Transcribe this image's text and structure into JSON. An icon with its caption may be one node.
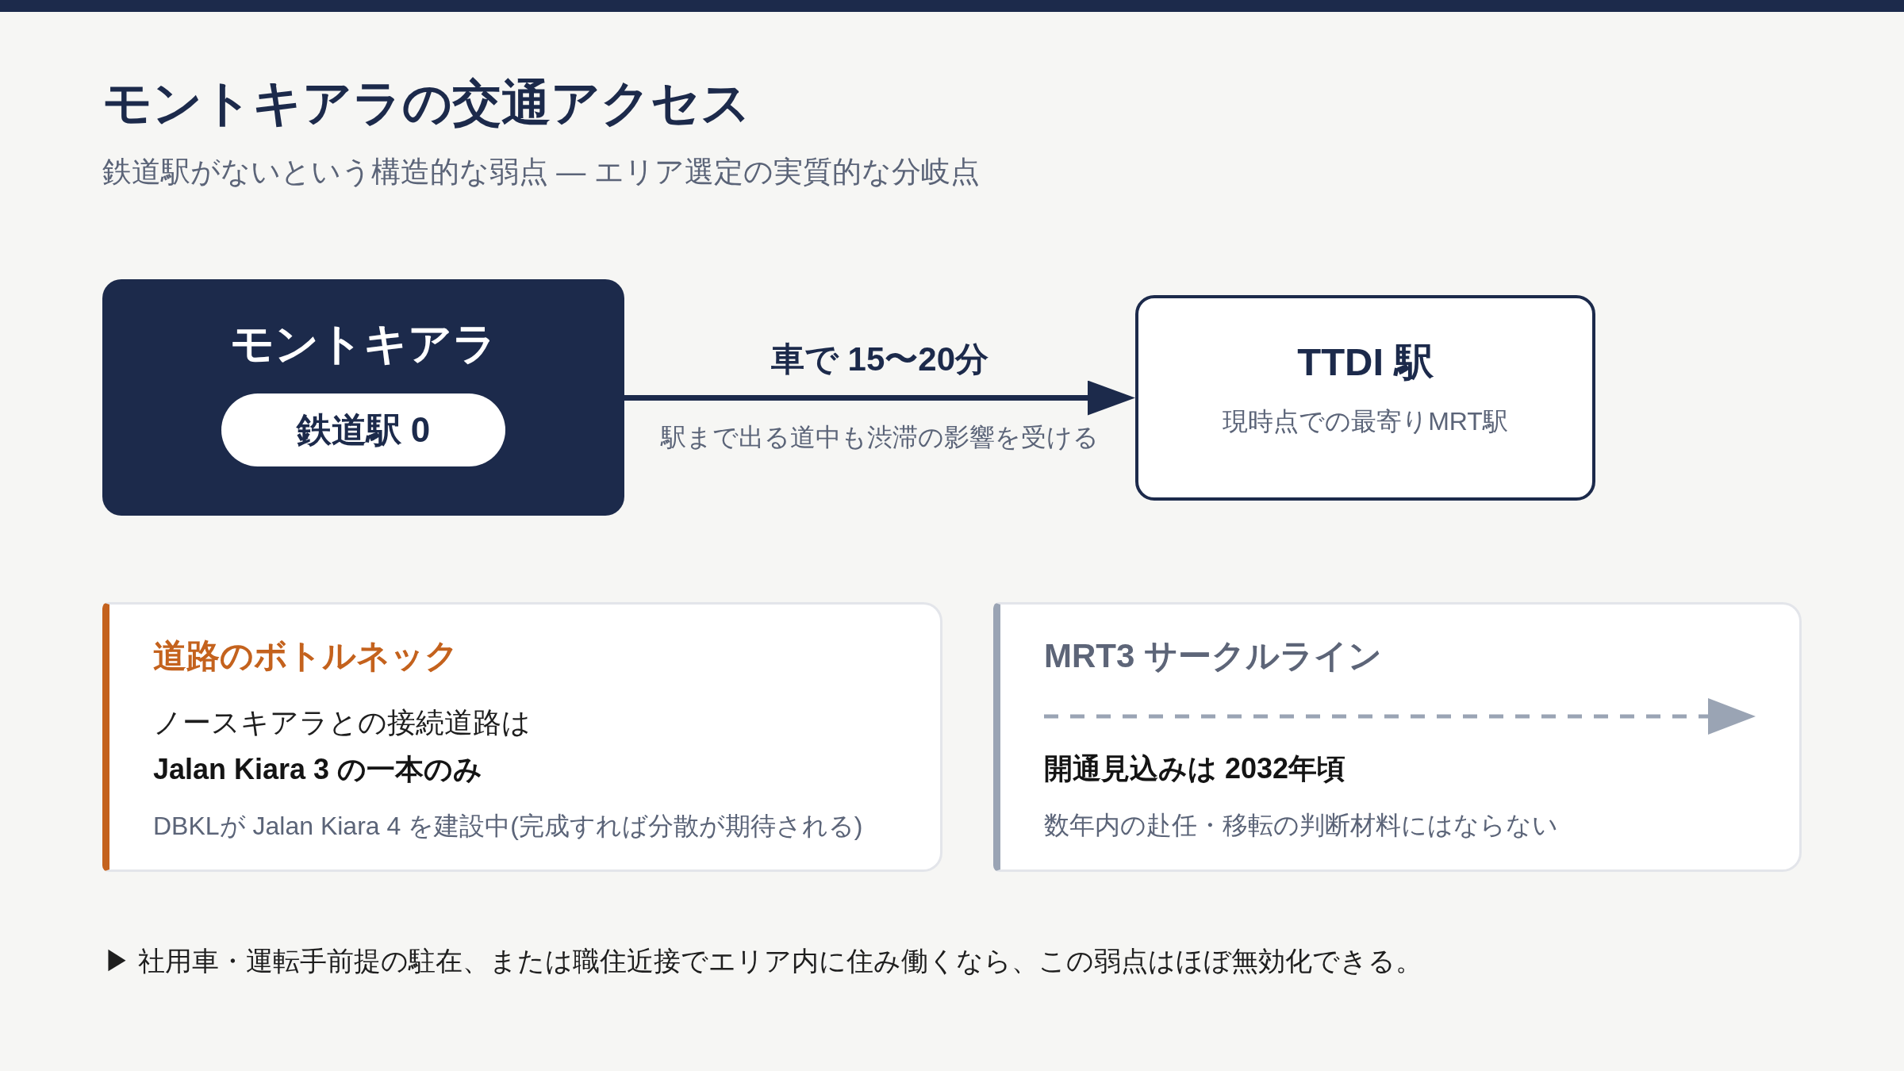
{
  "diagram": {
    "title": "モントキアラの交通アクセス",
    "nodes": [
      {
        "text": [
          "モントキアラ"
        ]
      },
      {
        "text": [
          "鉄道駅 0"
        ],
        "in": 0
      },
      {
        "text": [
          "TTDI 駅",
          "現時点での最寄りMRT駅"
        ]
      },
      {
        "text": [
          "道路のボトルネック",
          "ノースキアラとの接続道路は",
          "Jalan Kiara 3 の一本のみ",
          "DBKLが Jalan Kiara 4 を建設中(完成すれば分散が期待される)"
        ]
      },
      {
        "text": [
          "MRT3 サークルライン",
          "開通見込みは 2032年頃",
          "数年内の赴任・移転の判断材料にはならない"
        ]
      }
    ],
    "edges": [
      {
        "from": 0,
        "to": 2,
        "arrow": "to",
        "label": "車で 15〜20分"
      }
    ],
    "labels": [
      "鉄道駅がないという構造的な弱点 — エリア選定の実質的な分岐点",
      "駅まで出る道中も渋滞の影響を受ける",
      "▶ 社用車・運転手前提の駐在、または職住近接でエリア内に住み働くなら、この弱点はほぼ無効化できる。"
    ]
  }
}
